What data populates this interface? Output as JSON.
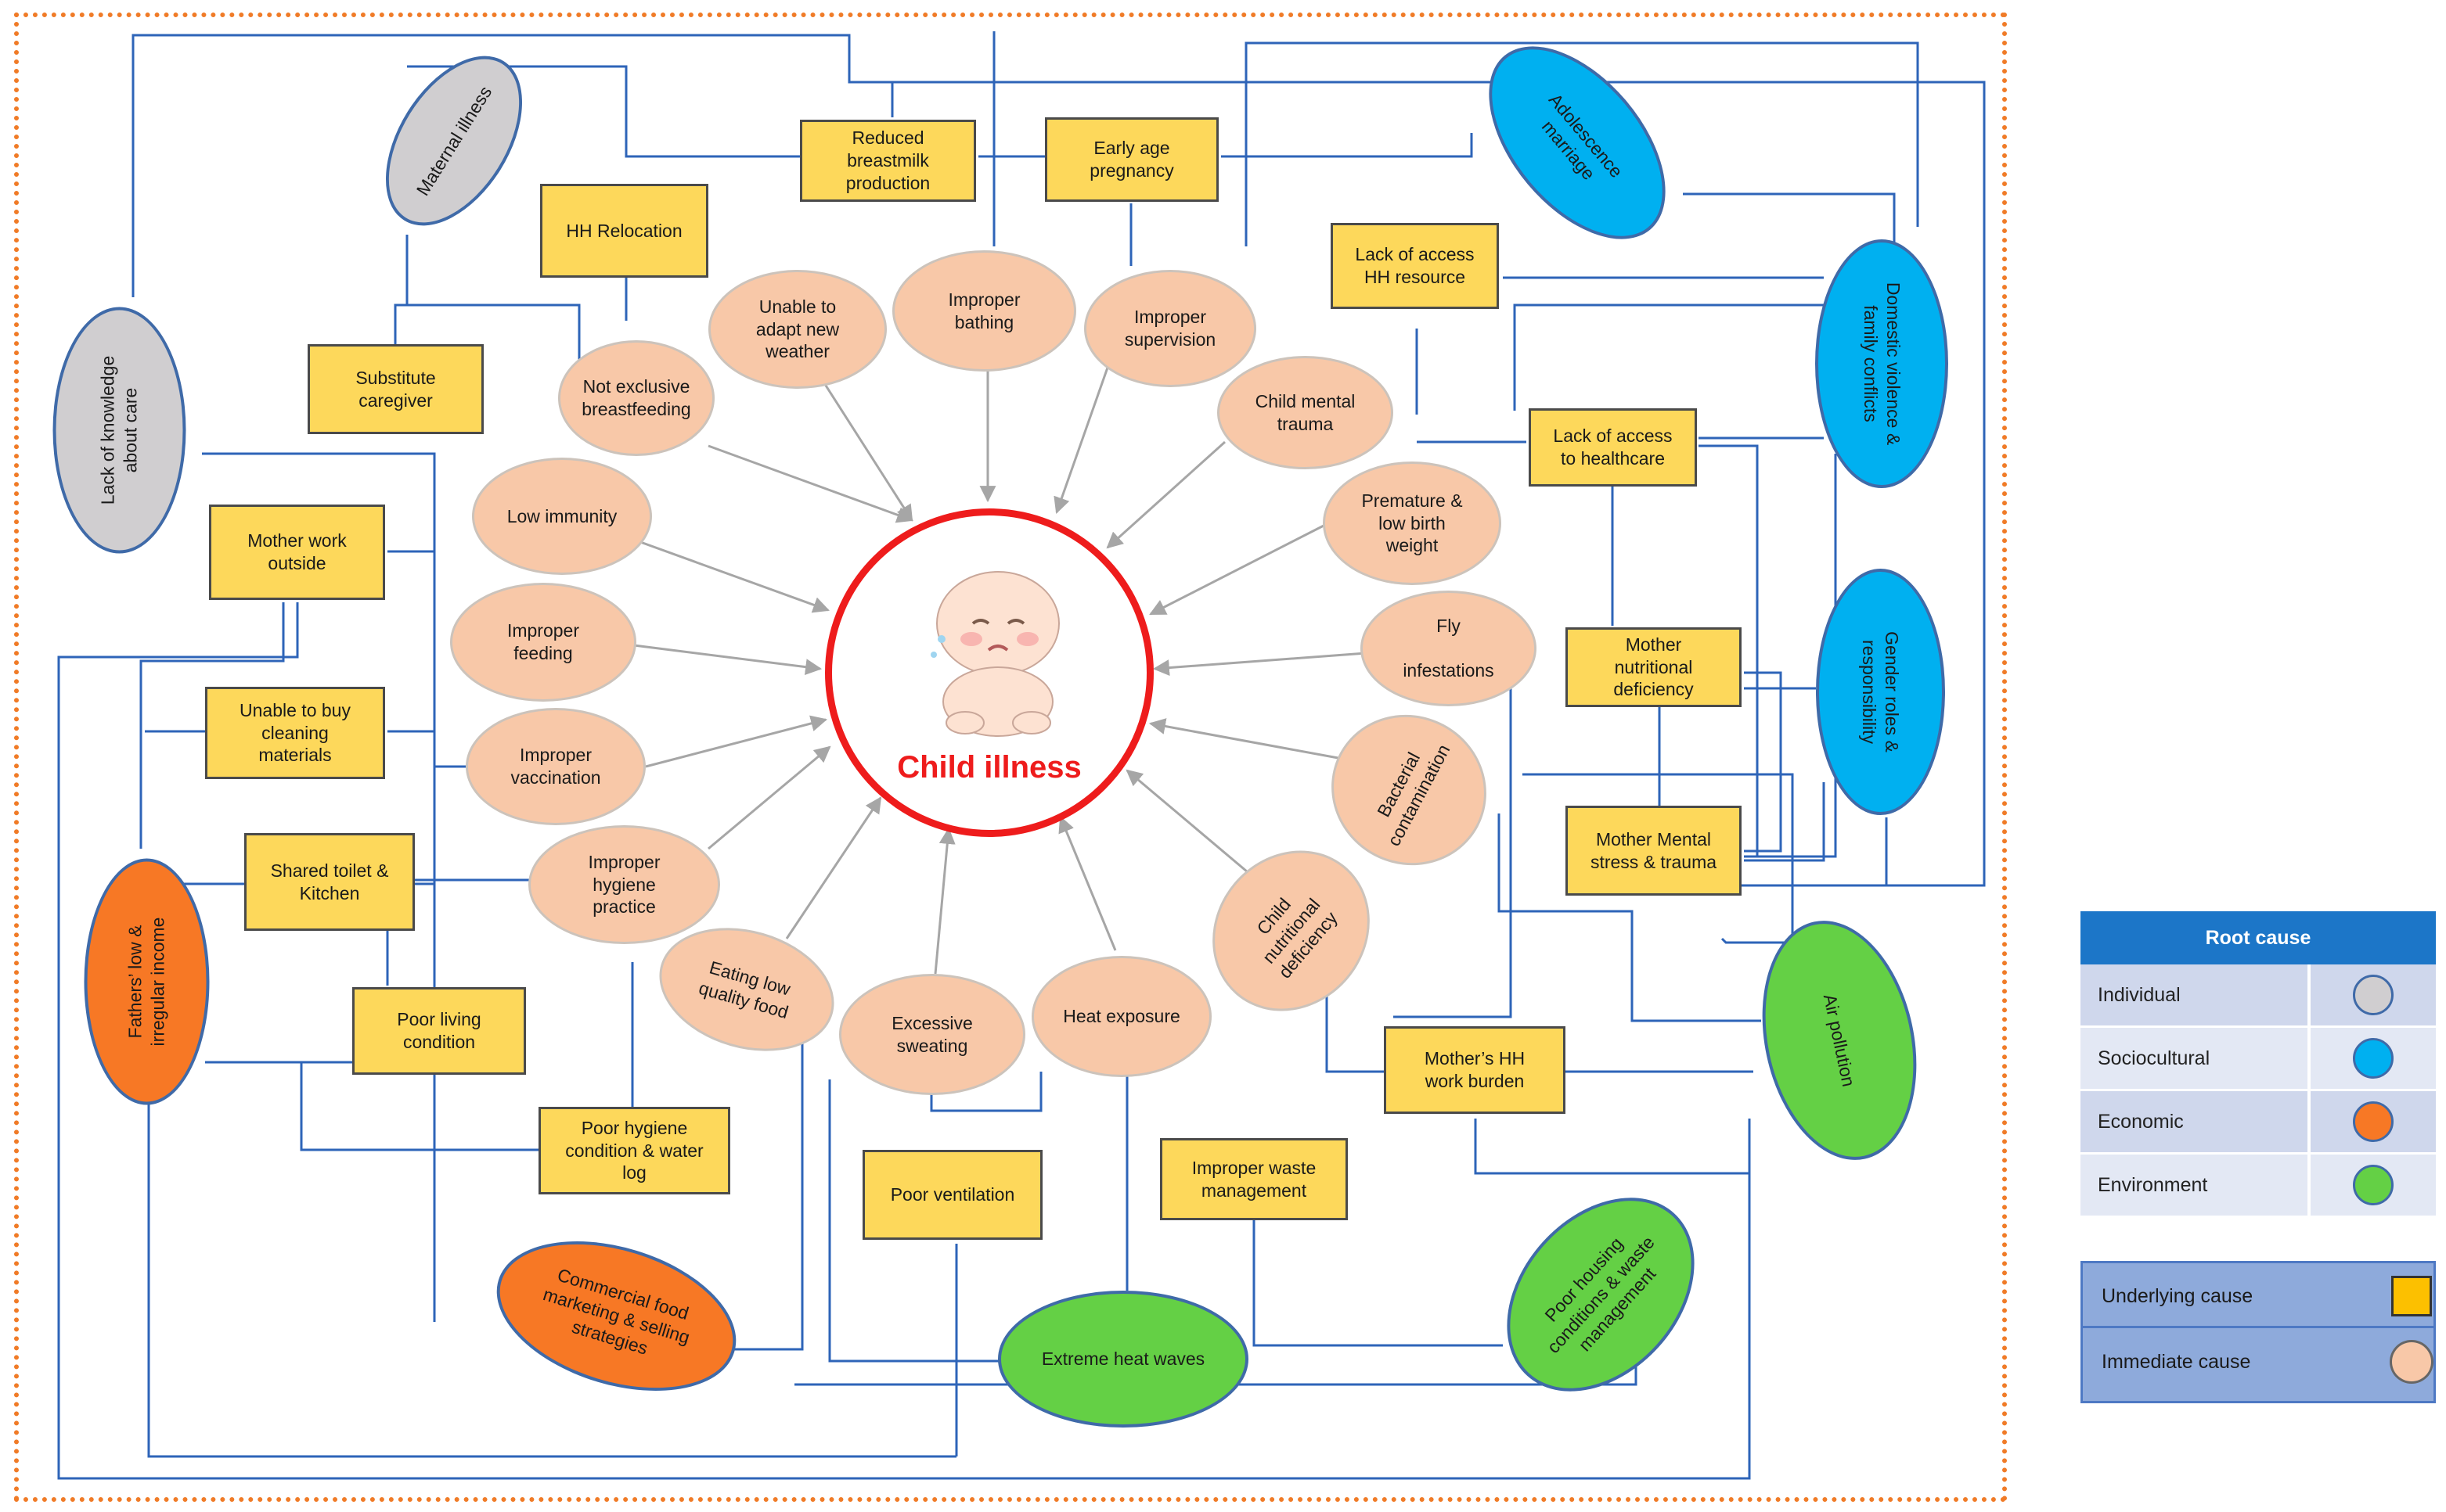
{
  "center": {
    "label": "Child illness",
    "image": "crying-baby-illustration"
  },
  "immediate_causes": {
    "not_exclusive_bf": "Not exclusive\nbreastfeeding",
    "unable_adapt": "Unable to\nadapt new\nweather",
    "improper_bathing": "Improper\nbathing",
    "improper_supervision": "Improper\nsupervision",
    "child_mental_trauma": "Child mental\ntrauma",
    "low_immunity": "Low immunity",
    "premature": "Premature &\nlow birth\nweight",
    "improper_feeding": "Improper\nfeeding",
    "fly_infestations": "Fly\n\ninfestations",
    "improper_vaccination": "Improper\nvaccination",
    "bacterial_contamination": "Bacterial\ncontamination",
    "improper_hygiene_practice": "Improper\nhygiene\npractice",
    "child_nutritional_deficiency": "Child\nnutritional\ndeficiency",
    "eating_low_quality": "Eating low\nquality food",
    "excessive_sweating": "Excessive\nsweating",
    "heat_exposure": "Heat exposure"
  },
  "underlying_causes": {
    "reduced_breastmilk": "Reduced\nbreastmilk\nproduction",
    "early_age_pregnancy": "Early age\npregnancy",
    "hh_relocation": "HH Relocation",
    "lack_access_hh_resource": "Lack of access\nHH resource",
    "substitute_caregiver": "Substitute\ncaregiver",
    "lack_access_healthcare": "Lack of access\nto healthcare",
    "mother_work_outside": "Mother work\noutside",
    "mother_nutritional_deficiency": "Mother\nnutritional\ndeficiency",
    "unable_buy_cleaning": "Unable to buy\ncleaning\nmaterials",
    "mother_mental_stress": "Mother Mental\nstress & trauma",
    "shared_toilet": "Shared toilet &\nKitchen",
    "poor_living_condition": "Poor living\ncondition",
    "mothers_hh_work_burden": "Mother’s HH\nwork burden",
    "poor_hygiene_condition": "Poor hygiene\ncondition & water\nlog",
    "improper_waste_management": "Improper waste\nmanagement",
    "poor_ventilation": "Poor ventilation"
  },
  "root_causes": {
    "maternal_illness": "Maternal illness",
    "lack_of_knowledge": "Lack of knowledge\nabout care",
    "adolescence_marriage": "Adolescence\nmarriage",
    "domestic_violence": "Domestic violence &\nfamily conflicts",
    "gender_roles": "Gender roles &\nresponsibility",
    "fathers_income": "Fathers’ low &\nirregular income",
    "commercial_food": "Commercial food\nmarketing & selling\nstrategies",
    "extreme_heat": "Extreme heat waves",
    "poor_housing": "Poor housing\nconditions & waste\nmanagement",
    "air_pollution": "Air pollution"
  },
  "legend": {
    "title": "Root cause",
    "rows": [
      {
        "label": "Individual",
        "color": "#d0ced0"
      },
      {
        "label": "Sociocultural",
        "color": "#00b0f0"
      },
      {
        "label": "Economic",
        "color": "#f77825"
      },
      {
        "label": "Environment",
        "color": "#64d045"
      }
    ],
    "underlying_label": "Underlying cause",
    "immediate_label": "Immediate cause"
  },
  "colors": {
    "wire": "#2e64b8",
    "arrow": "#a6a6a6",
    "frame": "#f07b27",
    "center_ring": "#ee1c1c"
  }
}
